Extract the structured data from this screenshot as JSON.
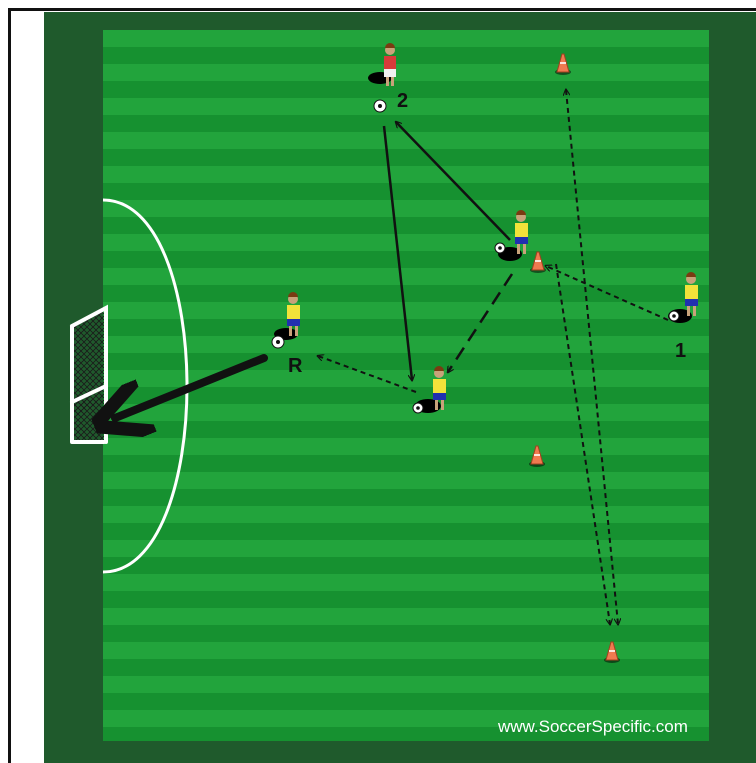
{
  "diagram": {
    "watermark": "www.SoccerSpecific.com",
    "labels": {
      "player_1": "1",
      "player_2": "2",
      "receiver": "R"
    }
  },
  "colors": {
    "border": "#1f5a2c",
    "pitch_light": "#22a43c",
    "pitch_dark": "#169130",
    "lines": "#ffffff",
    "arrow": "#111111",
    "cone": "#f07a50",
    "yellow_kit": "#f2e23a",
    "blue_shorts": "#2030b0",
    "red_kit": "#d83a3a"
  }
}
